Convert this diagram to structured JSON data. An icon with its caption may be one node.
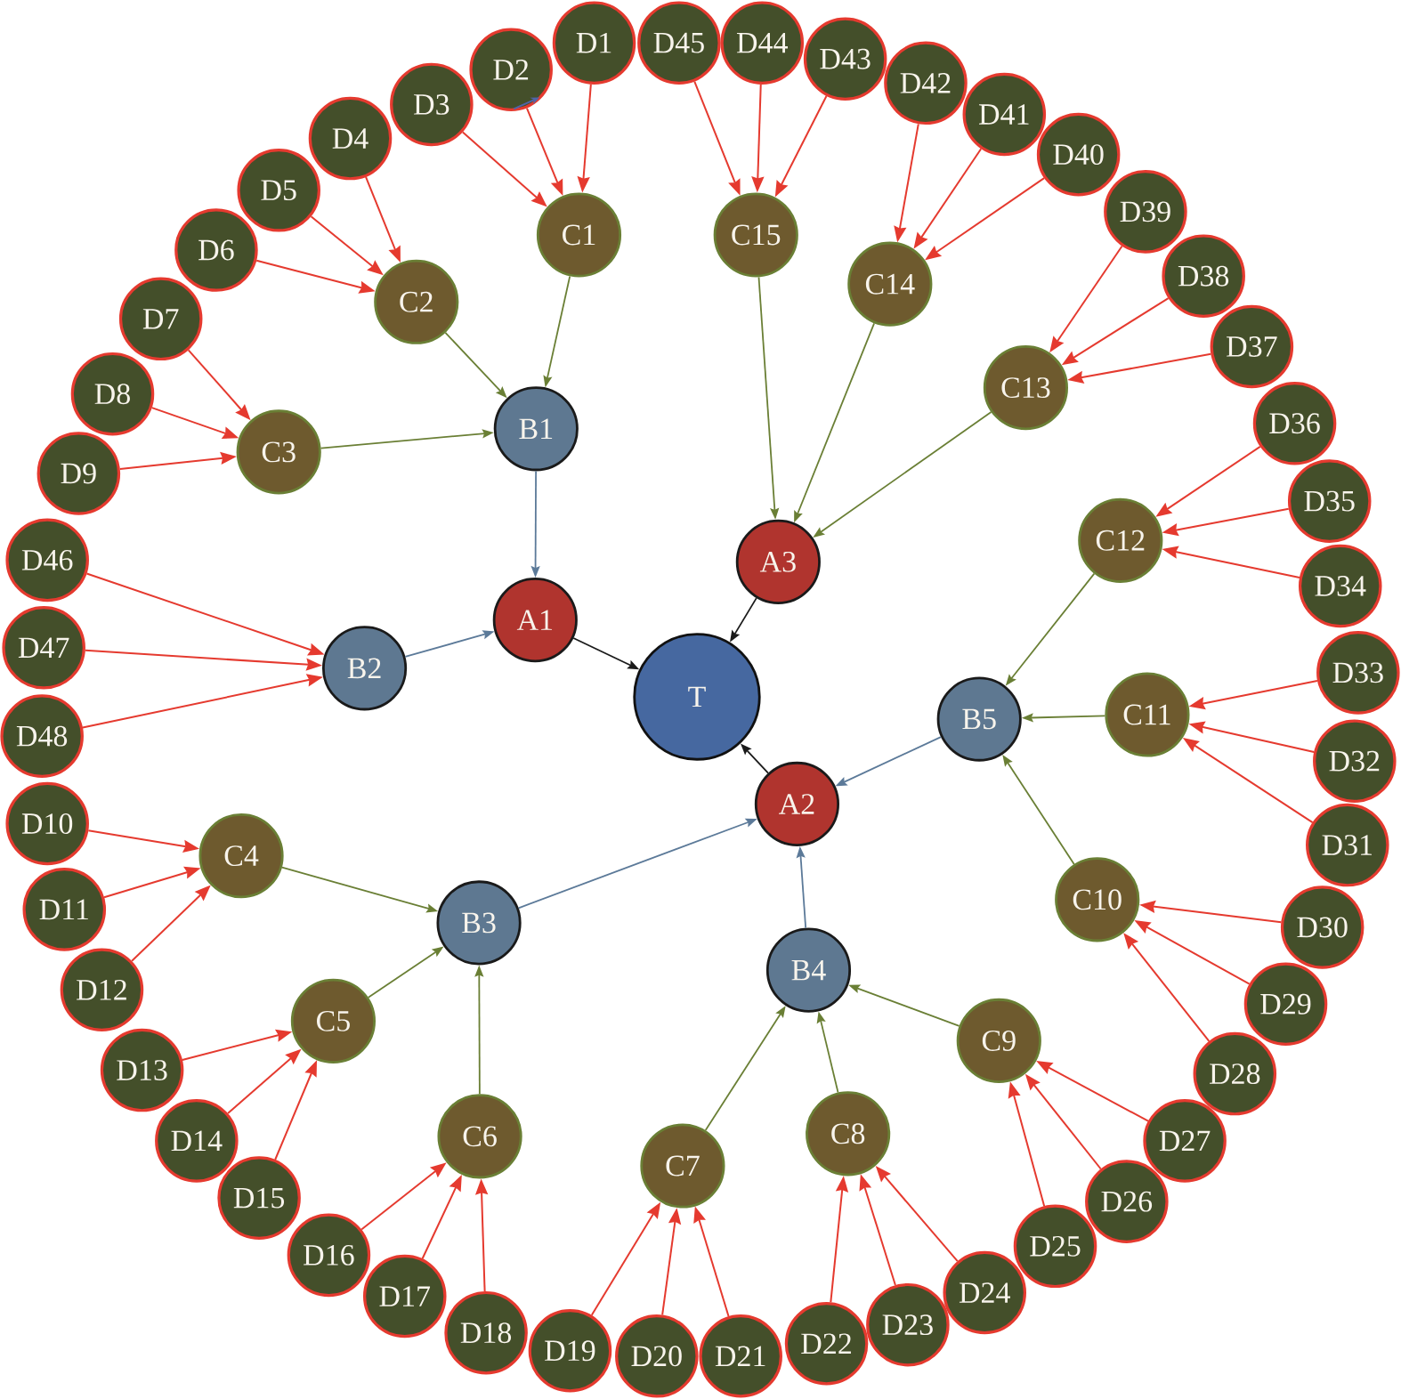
{
  "diagram": {
    "nodes": [
      {
        "text": [
          "T"
        ]
      },
      {
        "text": [
          "A1"
        ]
      },
      {
        "text": [
          "A2"
        ]
      },
      {
        "text": [
          "A3"
        ]
      },
      {
        "text": [
          "B1"
        ]
      },
      {
        "text": [
          "B2"
        ]
      },
      {
        "text": [
          "B3"
        ]
      },
      {
        "text": [
          "B4"
        ]
      },
      {
        "text": [
          "B5"
        ]
      },
      {
        "text": [
          "C1"
        ]
      },
      {
        "text": [
          "C2"
        ]
      },
      {
        "text": [
          "C3"
        ]
      },
      {
        "text": [
          "C4"
        ]
      },
      {
        "text": [
          "C5"
        ]
      },
      {
        "text": [
          "C6"
        ]
      },
      {
        "text": [
          "C7"
        ]
      },
      {
        "text": [
          "C8"
        ]
      },
      {
        "text": [
          "C9"
        ]
      },
      {
        "text": [
          "C10"
        ]
      },
      {
        "text": [
          "C11"
        ]
      },
      {
        "text": [
          "C12"
        ]
      },
      {
        "text": [
          "C13"
        ]
      },
      {
        "text": [
          "C14"
        ]
      },
      {
        "text": [
          "C15"
        ]
      },
      {
        "text": [
          "D1"
        ]
      },
      {
        "text": [
          "D2"
        ]
      },
      {
        "text": [
          "D3"
        ]
      },
      {
        "text": [
          "D4"
        ]
      },
      {
        "text": [
          "D5"
        ]
      },
      {
        "text": [
          "D6"
        ]
      },
      {
        "text": [
          "D7"
        ]
      },
      {
        "text": [
          "D8"
        ]
      },
      {
        "text": [
          "D9"
        ]
      },
      {
        "text": [
          "D10"
        ]
      },
      {
        "text": [
          "D11"
        ]
      },
      {
        "text": [
          "D12"
        ]
      },
      {
        "text": [
          "D13"
        ]
      },
      {
        "text": [
          "D14"
        ]
      },
      {
        "text": [
          "D15"
        ]
      },
      {
        "text": [
          "D16"
        ]
      },
      {
        "text": [
          "D17"
        ]
      },
      {
        "text": [
          "D18"
        ]
      },
      {
        "text": [
          "D19"
        ]
      },
      {
        "text": [
          "D20"
        ]
      },
      {
        "text": [
          "D21"
        ]
      },
      {
        "text": [
          "D22"
        ]
      },
      {
        "text": [
          "D23"
        ]
      },
      {
        "text": [
          "D24"
        ]
      },
      {
        "text": [
          "D25"
        ]
      },
      {
        "text": [
          "D26"
        ]
      },
      {
        "text": [
          "D27"
        ]
      },
      {
        "text": [
          "D28"
        ]
      },
      {
        "text": [
          "D29"
        ]
      },
      {
        "text": [
          "D30"
        ]
      },
      {
        "text": [
          "D31"
        ]
      },
      {
        "text": [
          "D32"
        ]
      },
      {
        "text": [
          "D33"
        ]
      },
      {
        "text": [
          "D34"
        ]
      },
      {
        "text": [
          "D35"
        ]
      },
      {
        "text": [
          "D36"
        ]
      },
      {
        "text": [
          "D37"
        ]
      },
      {
        "text": [
          "D38"
        ]
      },
      {
        "text": [
          "D39"
        ]
      },
      {
        "text": [
          "D40"
        ]
      },
      {
        "text": [
          "D41"
        ]
      },
      {
        "text": [
          "D42"
        ]
      },
      {
        "text": [
          "D43"
        ]
      },
      {
        "text": [
          "D44"
        ]
      },
      {
        "text": [
          "D45"
        ]
      },
      {
        "text": [
          "D46"
        ]
      },
      {
        "text": [
          "D47"
        ]
      },
      {
        "text": [
          "D48"
        ]
      }
    ],
    "edges": [
      {
        "from": 24,
        "to": 9,
        "arrow": "to"
      },
      {
        "from": 25,
        "to": 9,
        "arrow": "to"
      },
      {
        "from": 26,
        "to": 9,
        "arrow": "to"
      },
      {
        "from": 27,
        "to": 10,
        "arrow": "to"
      },
      {
        "from": 28,
        "to": 10,
        "arrow": "to"
      },
      {
        "from": 29,
        "to": 10,
        "arrow": "to"
      },
      {
        "from": 30,
        "to": 11,
        "arrow": "to"
      },
      {
        "from": 31,
        "to": 11,
        "arrow": "to"
      },
      {
        "from": 32,
        "to": 11,
        "arrow": "to"
      },
      {
        "from": 33,
        "to": 12,
        "arrow": "to"
      },
      {
        "from": 34,
        "to": 12,
        "arrow": "to"
      },
      {
        "from": 35,
        "to": 12,
        "arrow": "to"
      },
      {
        "from": 36,
        "to": 13,
        "arrow": "to"
      },
      {
        "from": 37,
        "to": 13,
        "arrow": "to"
      },
      {
        "from": 38,
        "to": 13,
        "arrow": "to"
      },
      {
        "from": 39,
        "to": 14,
        "arrow": "to"
      },
      {
        "from": 40,
        "to": 14,
        "arrow": "to"
      },
      {
        "from": 41,
        "to": 14,
        "arrow": "to"
      },
      {
        "from": 42,
        "to": 15,
        "arrow": "to"
      },
      {
        "from": 43,
        "to": 15,
        "arrow": "to"
      },
      {
        "from": 44,
        "to": 15,
        "arrow": "to"
      },
      {
        "from": 45,
        "to": 16,
        "arrow": "to"
      },
      {
        "from": 46,
        "to": 16,
        "arrow": "to"
      },
      {
        "from": 47,
        "to": 16,
        "arrow": "to"
      },
      {
        "from": 48,
        "to": 17,
        "arrow": "to"
      },
      {
        "from": 49,
        "to": 17,
        "arrow": "to"
      },
      {
        "from": 50,
        "to": 17,
        "arrow": "to"
      },
      {
        "from": 51,
        "to": 18,
        "arrow": "to"
      },
      {
        "from": 52,
        "to": 18,
        "arrow": "to"
      },
      {
        "from": 53,
        "to": 18,
        "arrow": "to"
      },
      {
        "from": 54,
        "to": 19,
        "arrow": "to"
      },
      {
        "from": 55,
        "to": 19,
        "arrow": "to"
      },
      {
        "from": 56,
        "to": 19,
        "arrow": "to"
      },
      {
        "from": 57,
        "to": 20,
        "arrow": "to"
      },
      {
        "from": 58,
        "to": 20,
        "arrow": "to"
      },
      {
        "from": 59,
        "to": 20,
        "arrow": "to"
      },
      {
        "from": 60,
        "to": 21,
        "arrow": "to"
      },
      {
        "from": 61,
        "to": 21,
        "arrow": "to"
      },
      {
        "from": 62,
        "to": 21,
        "arrow": "to"
      },
      {
        "from": 63,
        "to": 22,
        "arrow": "to"
      },
      {
        "from": 64,
        "to": 22,
        "arrow": "to"
      },
      {
        "from": 65,
        "to": 22,
        "arrow": "to"
      },
      {
        "from": 66,
        "to": 23,
        "arrow": "to"
      },
      {
        "from": 67,
        "to": 23,
        "arrow": "to"
      },
      {
        "from": 68,
        "to": 23,
        "arrow": "to"
      },
      {
        "from": 69,
        "to": 5,
        "arrow": "to"
      },
      {
        "from": 70,
        "to": 5,
        "arrow": "to"
      },
      {
        "from": 71,
        "to": 5,
        "arrow": "to"
      },
      {
        "from": 9,
        "to": 4,
        "arrow": "to",
        "color": "#6a7f35"
      },
      {
        "from": 10,
        "to": 4,
        "arrow": "to",
        "color": "#6a7f35"
      },
      {
        "from": 11,
        "to": 4,
        "arrow": "to",
        "color": "#6a7f35"
      },
      {
        "from": 12,
        "to": 6,
        "arrow": "to",
        "color": "#6a7f35"
      },
      {
        "from": 13,
        "to": 6,
        "arrow": "to",
        "color": "#6a7f35"
      },
      {
        "from": 14,
        "to": 6,
        "arrow": "to",
        "color": "#6a7f35"
      },
      {
        "from": 15,
        "to": 7,
        "arrow": "to",
        "color": "#6a7f35"
      },
      {
        "from": 16,
        "to": 7,
        "arrow": "to",
        "color": "#6a7f35"
      },
      {
        "from": 17,
        "to": 7,
        "arrow": "to",
        "color": "#6a7f35"
      },
      {
        "from": 18,
        "to": 8,
        "arrow": "to",
        "color": "#6a7f35"
      },
      {
        "from": 19,
        "to": 8,
        "arrow": "to",
        "color": "#6a7f35"
      },
      {
        "from": 20,
        "to": 8,
        "arrow": "to",
        "color": "#6a7f35"
      },
      {
        "from": 21,
        "to": 3,
        "arrow": "to",
        "color": "#6a7f35"
      },
      {
        "from": 22,
        "to": 3,
        "arrow": "to",
        "color": "#6a7f35"
      },
      {
        "from": 23,
        "to": 3,
        "arrow": "to",
        "color": "#6a7f35"
      },
      {
        "from": 4,
        "to": 1,
        "arrow": "to",
        "color": "#5c7a99"
      },
      {
        "from": 5,
        "to": 1,
        "arrow": "to",
        "color": "#5c7a99"
      },
      {
        "from": 6,
        "to": 2,
        "arrow": "to",
        "color": "#5c7a99"
      },
      {
        "from": 7,
        "to": 2,
        "arrow": "to",
        "color": "#5c7a99"
      },
      {
        "from": 8,
        "to": 2,
        "arrow": "to",
        "color": "#5c7a99"
      },
      {
        "from": 1,
        "to": 0,
        "arrow": "to",
        "color": "#1a1a1a"
      },
      {
        "from": 2,
        "to": 0,
        "arrow": "to",
        "color": "#1a1a1a"
      },
      {
        "from": 3,
        "to": 0,
        "arrow": "to",
        "color": "#1a1a1a"
      }
    ]
  }
}
